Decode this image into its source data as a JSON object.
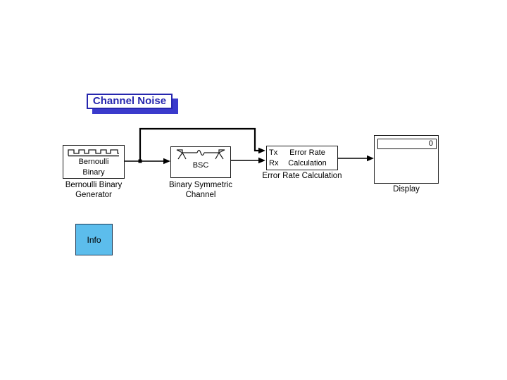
{
  "annotation": {
    "title": "Channel Noise",
    "text_color": "#2626AE",
    "border_color": "#2626AE",
    "shadow_color": "#3A3ACC"
  },
  "blocks": {
    "bernoulli_generator": {
      "icon": "binary-waveform-icon",
      "text_lines": [
        "Bernoulli",
        "Binary"
      ],
      "label_lines": [
        "Bernoulli Binary",
        "Generator"
      ]
    },
    "binary_symmetric_channel": {
      "icon": "channel-antennas-icon",
      "text": "BSC",
      "label_lines": [
        "Binary Symmetric",
        "Channel"
      ]
    },
    "error_rate_calculation": {
      "ports": {
        "in1": "Tx",
        "in2": "Rx"
      },
      "text_lines": [
        "Error Rate",
        "Calculation"
      ],
      "label": "Error Rate Calculation"
    },
    "display": {
      "value": "0",
      "label": "Display"
    },
    "info": {
      "text": "Info",
      "fill_color": "#5CBDEC"
    }
  },
  "wires": {
    "color": "#000000",
    "connections": [
      "Bernoulli Binary Generator -> BSC",
      "Bernoulli Binary Generator -> Error Rate Calculation.Tx (bypass over top)",
      "BSC -> Error Rate Calculation.Rx",
      "Error Rate Calculation -> Display"
    ]
  }
}
